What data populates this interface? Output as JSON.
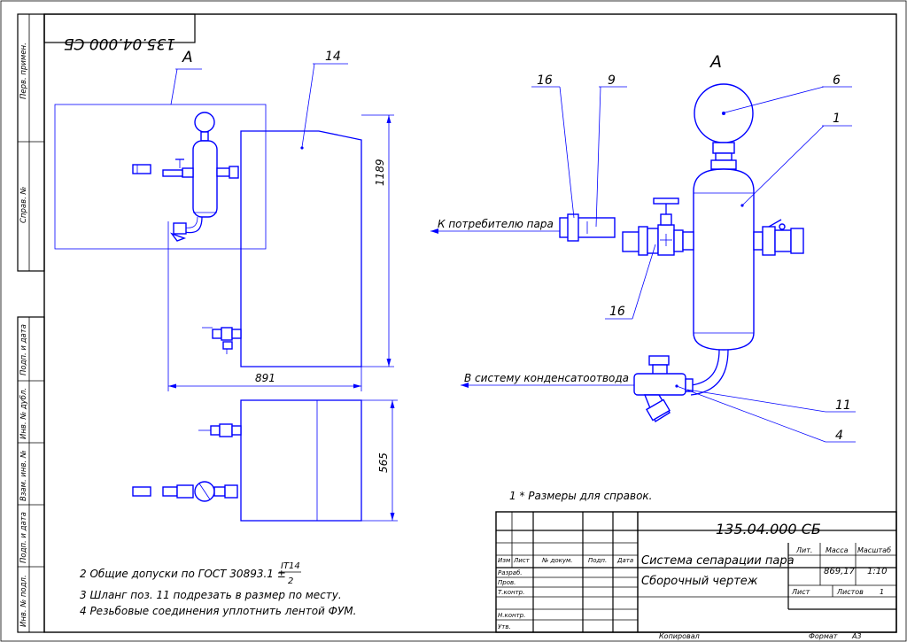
{
  "doc_code": "135.04.000 СБ",
  "doc_code_mirrored": "135.04.000 СБ",
  "view_label": "А",
  "left_margin": [
    "Перв. примен.",
    "Справ. №",
    "Подп. и дата",
    "Инв. № дубл.",
    "Взам. инв. №",
    "Подп. и дата",
    "Инв. № подл."
  ],
  "dims": {
    "width": "891",
    "height": "1189",
    "side": "565"
  },
  "callouts": {
    "p14": "14",
    "p16a": "16",
    "p9": "9",
    "p6": "6",
    "p1": "1",
    "p16b": "16",
    "p11": "11",
    "p4": "4"
  },
  "flows": {
    "to_consumer": "К потребителю пара",
    "to_condensate": "В систему конденсатоотвода"
  },
  "notes": {
    "n1": "1 * Размеры для справок.",
    "n2": "2 Общие допуски по ГОСТ 30893.1 ±",
    "n2_num": "IT14",
    "n2_den": "2",
    "n3": "3 Шланг поз. 11 подрезать в размер по месту.",
    "n4": "4 Резьбовые соединения уплотнить лентой ФУМ."
  },
  "title_block": {
    "code": "135.04.000 СБ",
    "name1": "Система сепарации пара",
    "name2": "Сборочный чертеж",
    "cols": [
      "Изм",
      "Лист",
      "№ докум.",
      "Подп.",
      "Дата"
    ],
    "rows": [
      "Разраб.",
      "Пров.",
      "Т.контр.",
      "Н.контр.",
      "Утв."
    ],
    "lit_label": "Лит.",
    "mass_label": "Масса",
    "scale_label": "Масштаб",
    "mass": "869,17",
    "scale": "1:10",
    "sheet_label": "Лист",
    "sheets_label": "Листов",
    "sheets": "1",
    "copied": "Копировал",
    "format_label": "Формат",
    "format": "А3"
  }
}
